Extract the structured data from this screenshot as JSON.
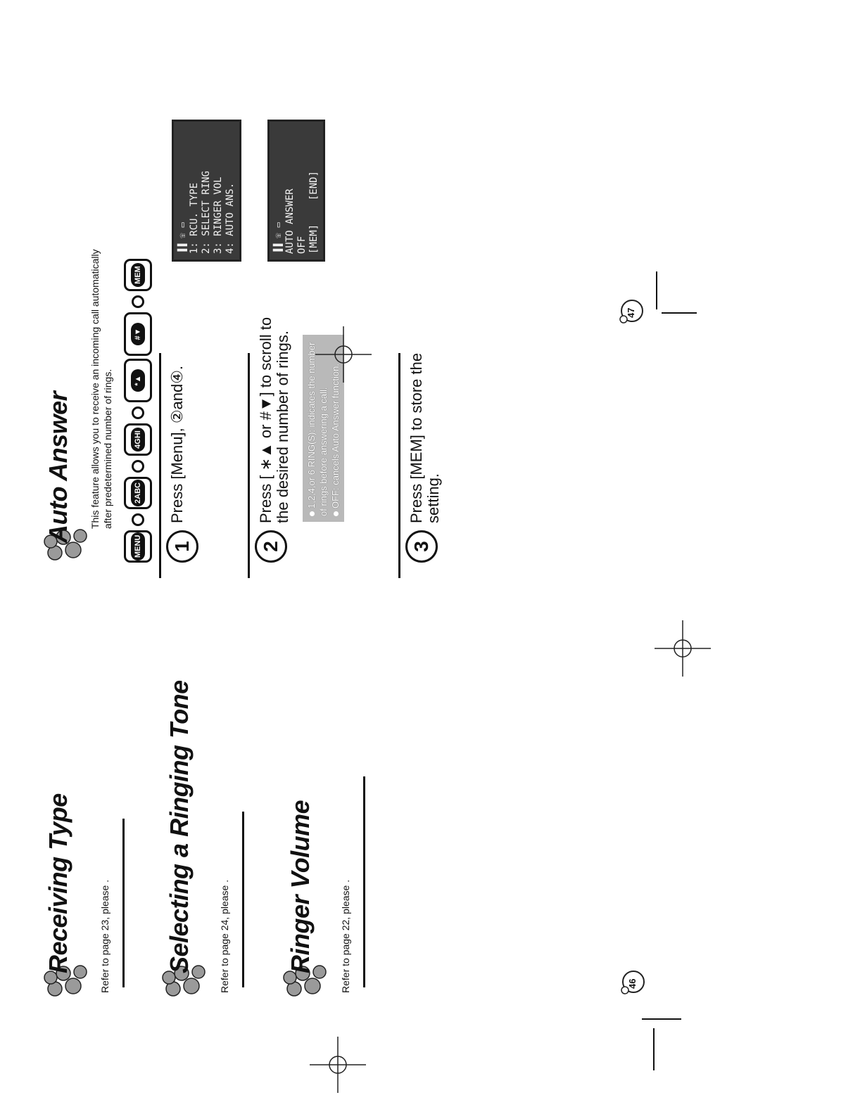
{
  "left_page": {
    "sections": [
      {
        "title": "Receiving Type",
        "text": "Refer to page 23, please ."
      },
      {
        "title": "Selecting a Ringing Tone",
        "text": "Refer to page 24, please ."
      },
      {
        "title": "Ringer Volume",
        "text": "Refer to page 22, please ."
      }
    ],
    "page_number": "46"
  },
  "right_page": {
    "title": "Auto Answer",
    "intro": "This feature allows you to receive an incoming call automatically after predetermined number of rings.",
    "keys": [
      "MENU",
      "2ABC",
      "4GHI",
      "*▲",
      "#▼",
      "MEM"
    ],
    "steps": [
      {
        "num": "1",
        "text": "Press [Menu], ②and④."
      },
      {
        "num": "2",
        "text": "Press [ ∗▲ or #▼] to scroll to the desired number of rings."
      },
      {
        "num": "3",
        "text": "Press [MEM] to store the setting."
      }
    ],
    "notes": [
      "1,2,4,or 6 RING(S): indicates the number of rings before answering a call.",
      "OFF: cancels Auto Answer function."
    ],
    "lcd1": [
      "1: RCU. TYPE",
      "2: SELECT RING",
      "3: RINGER VOL",
      "4: AUTO ANS."
    ],
    "lcd2": [
      "AUTO ANSWER",
      "OFF",
      "[MEM]    [END]"
    ],
    "page_number": "47"
  },
  "icons": {
    "section": "flower-cluster-icon",
    "page_badge": "flower-page-badge-icon"
  }
}
